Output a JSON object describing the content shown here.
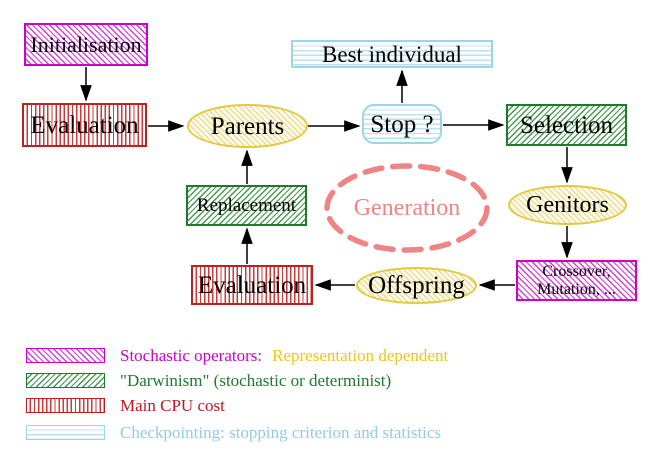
{
  "diagram": {
    "nodes": {
      "initialisation": {
        "label": "Initialisation"
      },
      "evaluation_top": {
        "label": "Evaluation"
      },
      "parents": {
        "label": "Parents"
      },
      "best_individual": {
        "label": "Best individual"
      },
      "stop": {
        "label": "Stop ?"
      },
      "selection": {
        "label": "Selection"
      },
      "genitors": {
        "label": "Genitors"
      },
      "crossover": {
        "line1": "Crossover,",
        "line2": "Mutation, ..."
      },
      "offspring": {
        "label": "Offspring"
      },
      "evaluation_bottom": {
        "label": "Evaluation"
      },
      "replacement": {
        "label": "Replacement"
      },
      "generation": {
        "label": "Generation"
      }
    },
    "legend": {
      "rows": [
        {
          "swatch": "magenta-diagonal-hatch",
          "label": "Stochastic operators:",
          "label2": "Representation dependent"
        },
        {
          "swatch": "green-diagonal-hatch",
          "label": "\"Darwinism\" (stochastic or determinist)"
        },
        {
          "swatch": "red-vertical-stripes",
          "label": "Main CPU cost"
        },
        {
          "swatch": "cyan-horizontal-stripes",
          "label": "Checkpointing: stopping criterion and statistics"
        }
      ]
    },
    "colors": {
      "magenta": "#cc00cc",
      "green": "#1e7a2e",
      "red": "#bb2222",
      "cyan": "#9fd3e6",
      "yellow_ellipse_border": "#e3c93f",
      "yellow_text": "#ecc51e",
      "salmon_generation": "#ee8585",
      "arrow": "#000000",
      "node_text": "#000000"
    }
  }
}
